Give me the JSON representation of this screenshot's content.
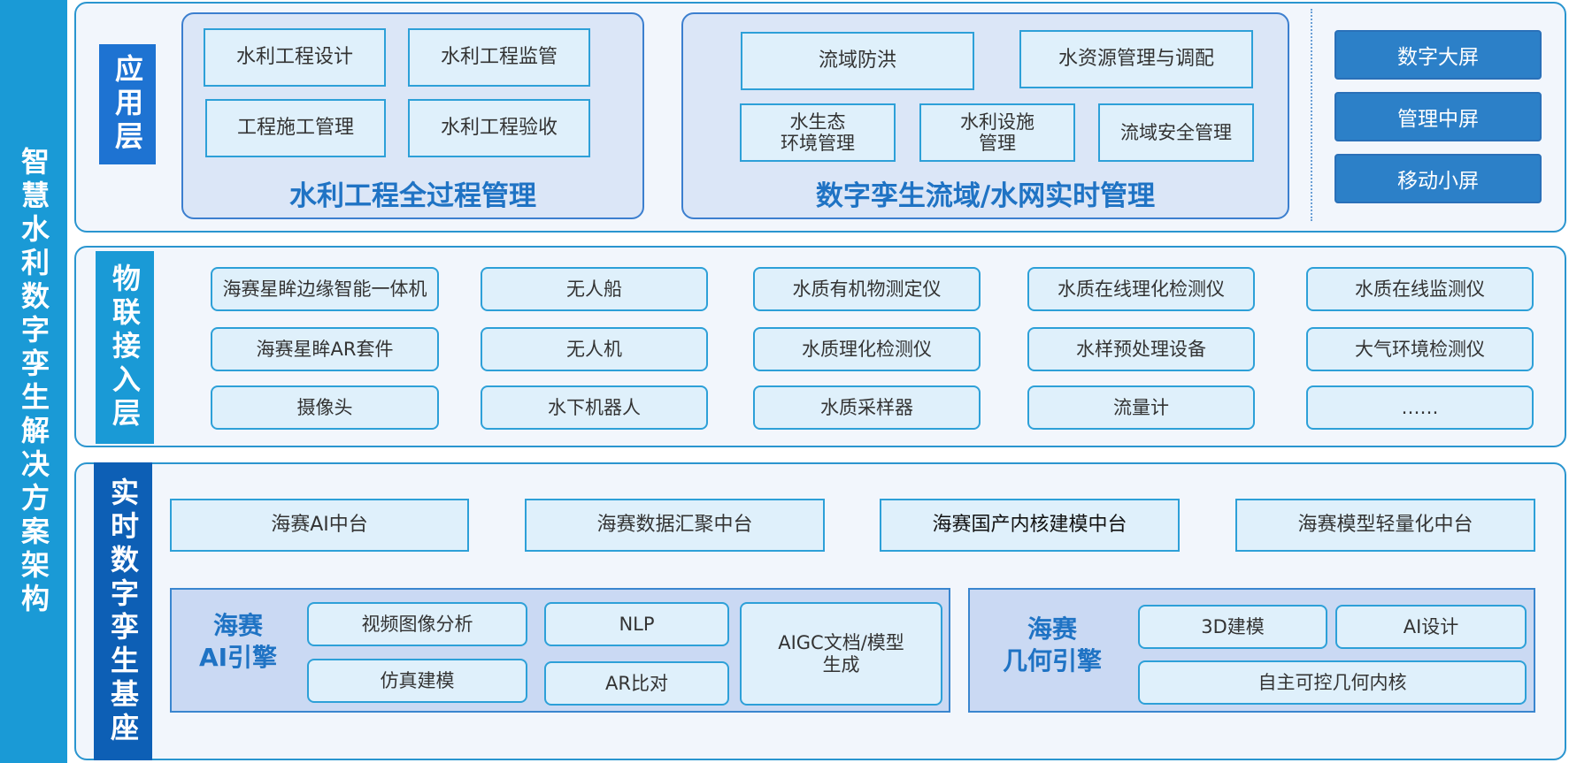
{
  "main_title": "智慧水利数字孪生解决方案架构",
  "application_layer": {
    "label": "应用层",
    "group1": {
      "title": "水利工程全过程管理",
      "items": [
        "水利工程设计",
        "水利工程监管",
        "工程施工管理",
        "水利工程验收"
      ]
    },
    "group2": {
      "title": "数字孪生流域/水网实时管理",
      "items": [
        "流域防洪",
        "水资源管理与调配",
        "水生态\n环境管理",
        "水利设施\n管理",
        "流域安全管理"
      ]
    },
    "screens": [
      "数字大屏",
      "管理中屏",
      "移动小屏"
    ]
  },
  "iot_layer": {
    "label": "物联接入层",
    "devices": [
      [
        "海赛星眸边缘智能一体机",
        "无人船",
        "水质有机物测定仪",
        "水质在线理化检测仪",
        "水质在线监测仪"
      ],
      [
        "海赛星眸AR套件",
        "无人机",
        "水质理化检测仪",
        "水样预处理设备",
        "大气环境检测仪"
      ],
      [
        "摄像头",
        "水下机器人",
        "水质采样器",
        "流量计",
        "……"
      ]
    ]
  },
  "base_layer": {
    "label": "实时数字孪生基座",
    "platforms": [
      "海赛AI中台",
      "海赛数据汇聚中台",
      "海赛国产内核建模中台",
      "海赛模型轻量化中台"
    ],
    "ai_engine": {
      "title": "海赛\nAI引擎",
      "items": [
        "视频图像分析",
        "NLP",
        "仿真建模",
        "AR比对",
        "AIGC文档/模型\n生成"
      ]
    },
    "geo_engine": {
      "title": "海赛\n几何引擎",
      "items": [
        "3D建模",
        "AI设计",
        "自主可控几何内核"
      ]
    }
  }
}
